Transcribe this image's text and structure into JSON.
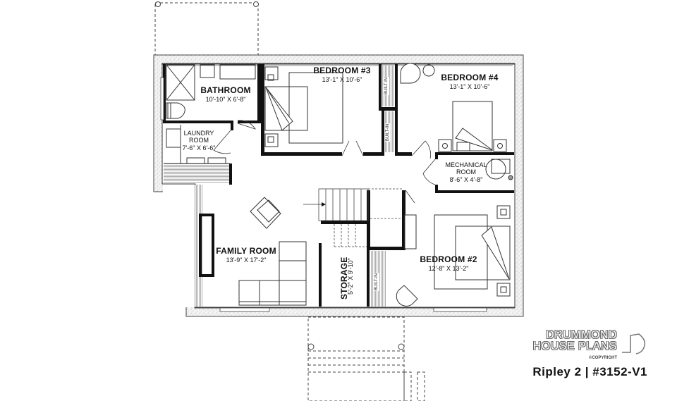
{
  "plan": {
    "title": "Ripley 2 | #3152-V1",
    "brand": {
      "line1": "DRUMMOND",
      "line2": "HOUSE PLANS",
      "copyright": "©COPYRIGHT"
    },
    "rooms": [
      {
        "id": "bathroom",
        "name": "BATHROOM",
        "dims": "10'-10\" X 6'-8\""
      },
      {
        "id": "laundry",
        "name_line1": "LAUNDRY",
        "name_line2": "ROOM",
        "dims": "7'-6\" X 6'-6\""
      },
      {
        "id": "bedroom3",
        "name": "BEDROOM #3",
        "dims": "13'-1\" X 10'-6\""
      },
      {
        "id": "bedroom4",
        "name": "BEDROOM #4",
        "dims": "13'-1\" X 10'-6\""
      },
      {
        "id": "mechanical",
        "name_line1": "MECHANICAL",
        "name_line2": "ROOM",
        "dims": "8'-6\" X 4'-8\""
      },
      {
        "id": "family",
        "name": "FAMILY ROOM",
        "dims": "13'-9\" X 17'-2\""
      },
      {
        "id": "storage",
        "name": "STORAGE",
        "dims": "5'-2\" X 9'-10\""
      },
      {
        "id": "bedroom2",
        "name": "BEDROOM #2",
        "dims": "12'-8\" X 13'-2\""
      }
    ],
    "built_in_label": "BUILT-IN",
    "colors": {
      "wall": "#111111",
      "line": "#333333",
      "hatch": "#999999",
      "background": "#ffffff"
    }
  }
}
